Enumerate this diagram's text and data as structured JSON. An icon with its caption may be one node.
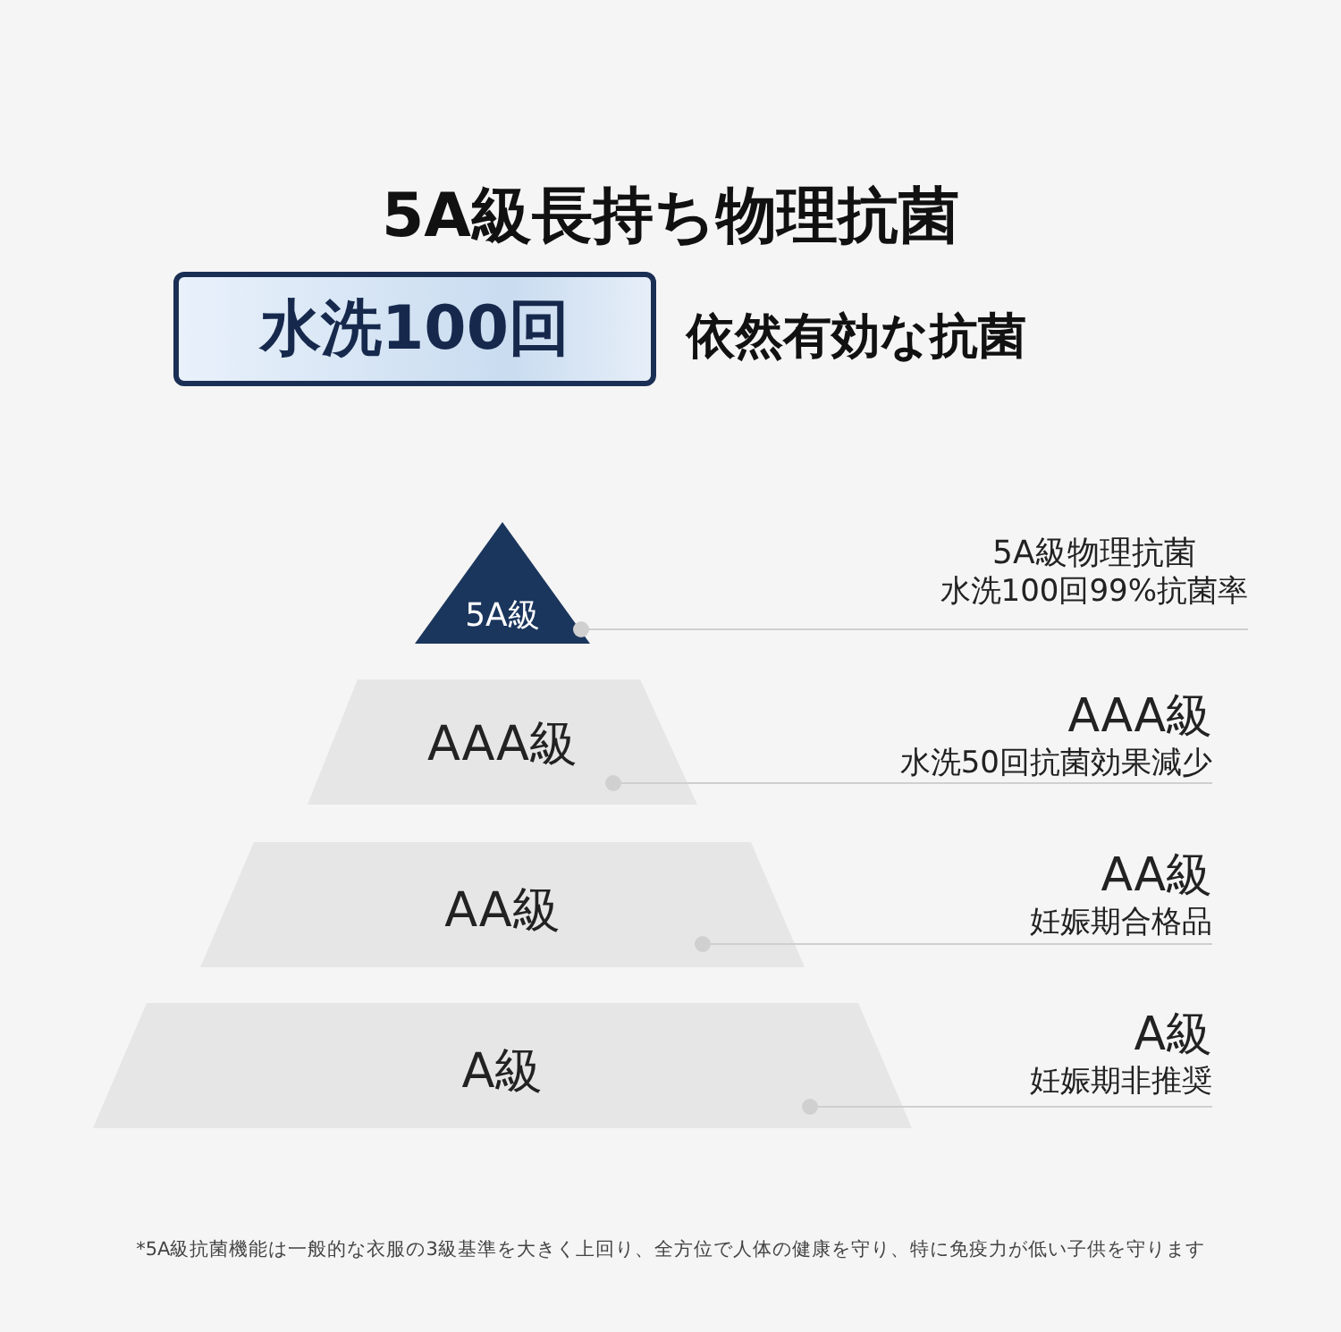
{
  "diagram": {
    "title": "5A級長持ち物理抗菌",
    "nodes": [
      {
        "text": [
          "水洗100回"
        ],
        "beside": [
          "依然有効な抗菌"
        ]
      },
      {
        "text": [
          "5A級"
        ]
      },
      {
        "text": [
          "AAA級"
        ]
      },
      {
        "text": [
          "AA級"
        ]
      },
      {
        "text": [
          "A級"
        ]
      },
      {
        "text": [
          "5A級物理抗菌",
          "水洗100回99%抗菌率"
        ]
      },
      {
        "text": [
          "AAA級",
          "水洗50回抗菌効果減少"
        ]
      },
      {
        "text": [
          "AA級",
          "妊娠期合格品"
        ]
      },
      {
        "text": [
          "A級",
          "妊娠期非推奨"
        ]
      }
    ],
    "edges": [
      {
        "from": 5,
        "to": 1,
        "arrow": "other"
      },
      {
        "from": 6,
        "to": 2,
        "arrow": "other"
      },
      {
        "from": 7,
        "to": 3,
        "arrow": "other"
      },
      {
        "from": 8,
        "to": 4,
        "arrow": "other"
      }
    ],
    "labels": [
      "*5A級抗菌機能は一般的な衣服の3級基準を大きく上回り、全方位で人体の健康を守り、特に免疫力が低い子供を守ります"
    ]
  }
}
